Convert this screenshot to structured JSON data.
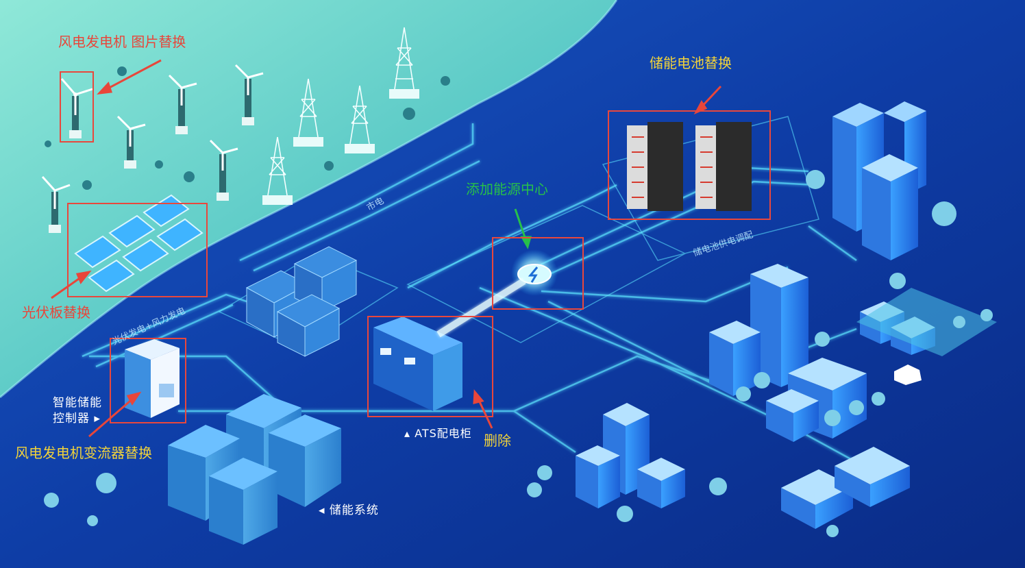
{
  "annotations": {
    "wind_turbine_replace": "风电发电机 图片替换",
    "pv_panel_replace": "光伏板替换",
    "battery_replace": "储能电池替换",
    "add_energy_center": "添加能源中心",
    "delete": "删除",
    "converter_replace": "风电发电机变流器替换"
  },
  "labels": {
    "smart_controller_line1": "智能储能",
    "smart_controller_line2": "控制器 ▸",
    "ats_cabinet": "▴ ATS配电柜",
    "storage_system": "◂ 储能系统",
    "grid": "市电",
    "pv_wind_power": "光伏发电+风力发电",
    "storage_feed": "储电池供电调配"
  },
  "colors": {
    "sea_light": "#7fe0d0",
    "sea_deep": "#3fb9b6",
    "ground": "#0d3a9c",
    "glow_line": "#5fe6ff",
    "annotation_red": "#e8463a",
    "annotation_yellow": "#f2d33a",
    "annotation_green": "#27c04a"
  }
}
